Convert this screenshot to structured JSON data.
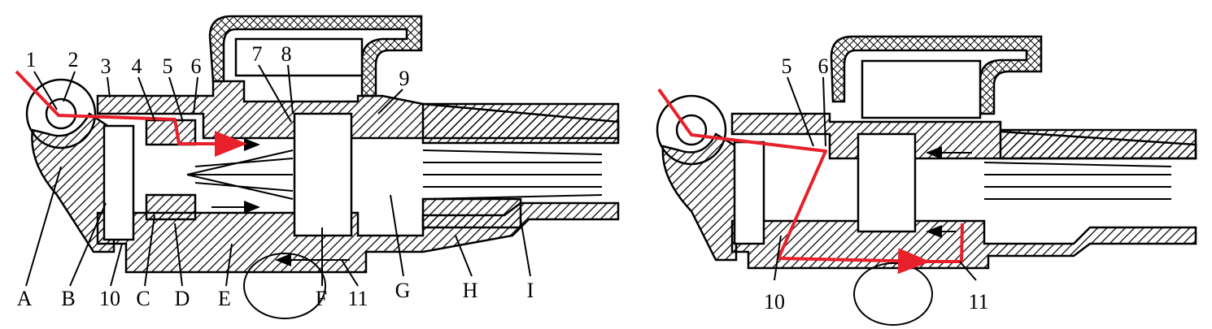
{
  "left_view": {
    "top_labels": [
      "1",
      "2",
      "3",
      "4",
      "5",
      "6",
      "7",
      "8",
      "9"
    ],
    "bottom_labels": [
      "A",
      "B",
      "10",
      "C",
      "D",
      "E",
      "F",
      "11",
      "G",
      "H",
      "I"
    ]
  },
  "right_view": {
    "top_labels": [
      "5",
      "6"
    ],
    "bottom_labels": [
      "10",
      "11"
    ]
  },
  "colors": {
    "flow_path": "#e8202a",
    "line": "#000000"
  }
}
